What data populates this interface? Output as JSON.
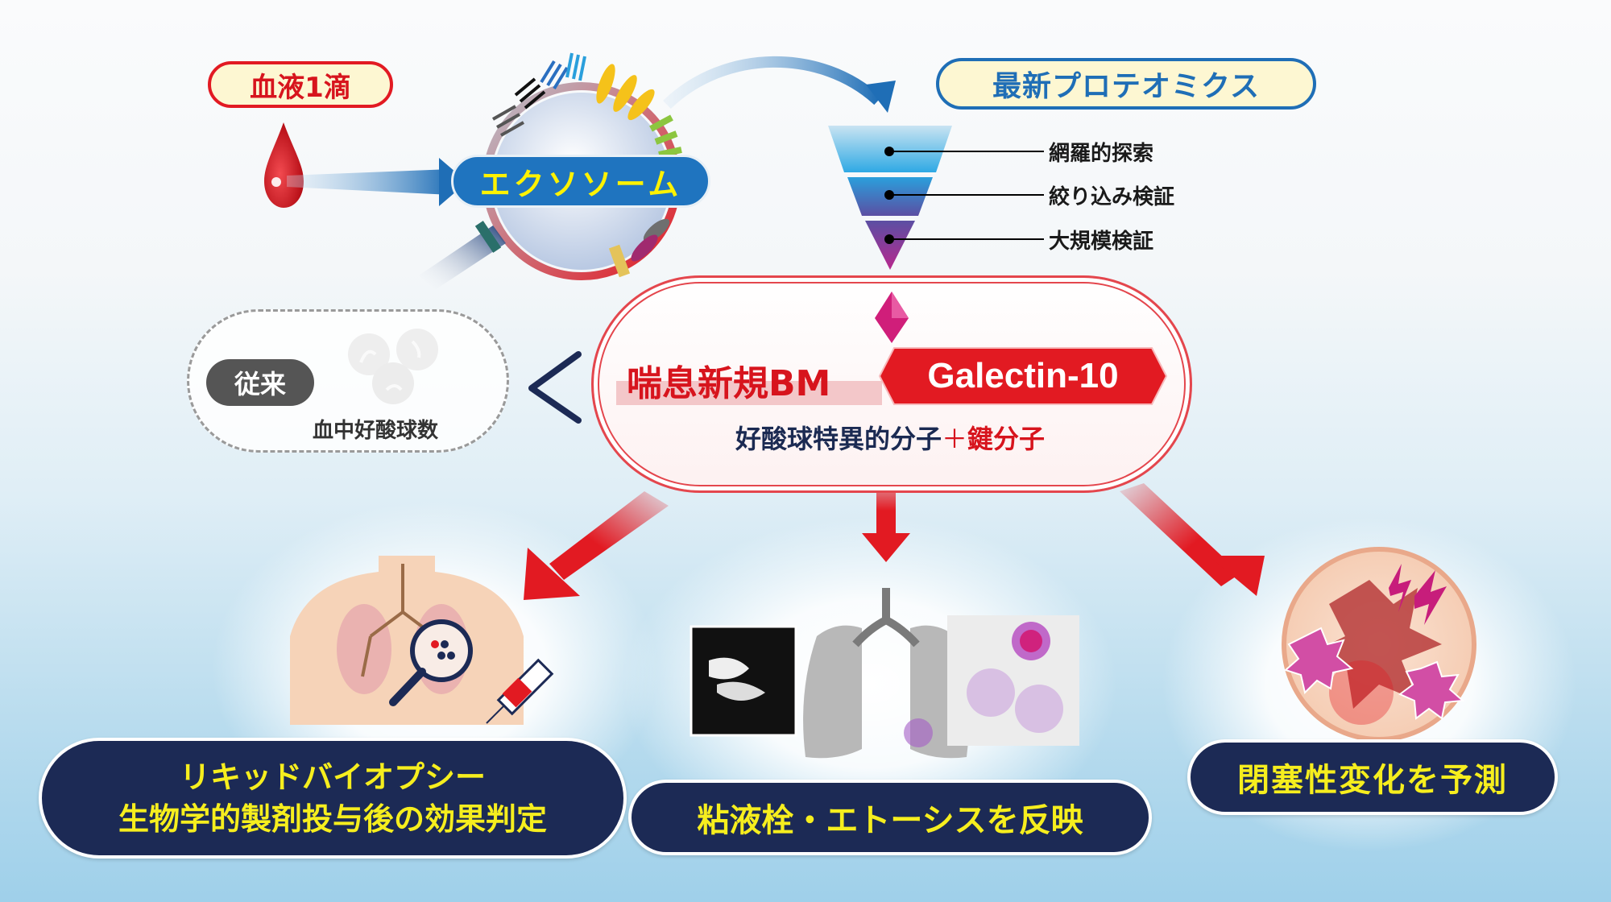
{
  "top": {
    "blood_drop_label": "血液1滴",
    "exosome_label": "エクソソーム",
    "proteomics_label": "最新プロテオミクス"
  },
  "funnel": {
    "stages": [
      {
        "label": "網羅的探索",
        "color": "#3fb1e6"
      },
      {
        "label": "絞り込み検証",
        "color": "#4b63b0"
      },
      {
        "label": "大規模検証",
        "color": "#8e2f93"
      }
    ]
  },
  "biomarker": {
    "title": "喘息新規BM",
    "name": "Galectin-10",
    "subtitle_main": "好酸球特異的分子",
    "subtitle_plus": "＋",
    "subtitle_key": "鍵分子"
  },
  "conventional": {
    "badge": "従来",
    "label": "血中好酸球数",
    "comparison_symbol": "<"
  },
  "outcomes": [
    {
      "lines": [
        "リキッドバイオプシー",
        "生物学的製剤投与後の効果判定"
      ],
      "illustration": "torso-lungs-magnifier-syringe"
    },
    {
      "lines": [
        "粘液栓・エトーシスを反映"
      ],
      "illustration": "ct-lungs-etosis"
    },
    {
      "lines": [
        "閉塞性変化を予測"
      ],
      "illustration": "airway-cross-section"
    }
  ],
  "colors": {
    "accent_red": "#e21a22",
    "accent_blue": "#1f74bf",
    "navy": "#1c2a55",
    "label_yellow": "#f6ee1e",
    "cream": "#fdf7d2"
  }
}
